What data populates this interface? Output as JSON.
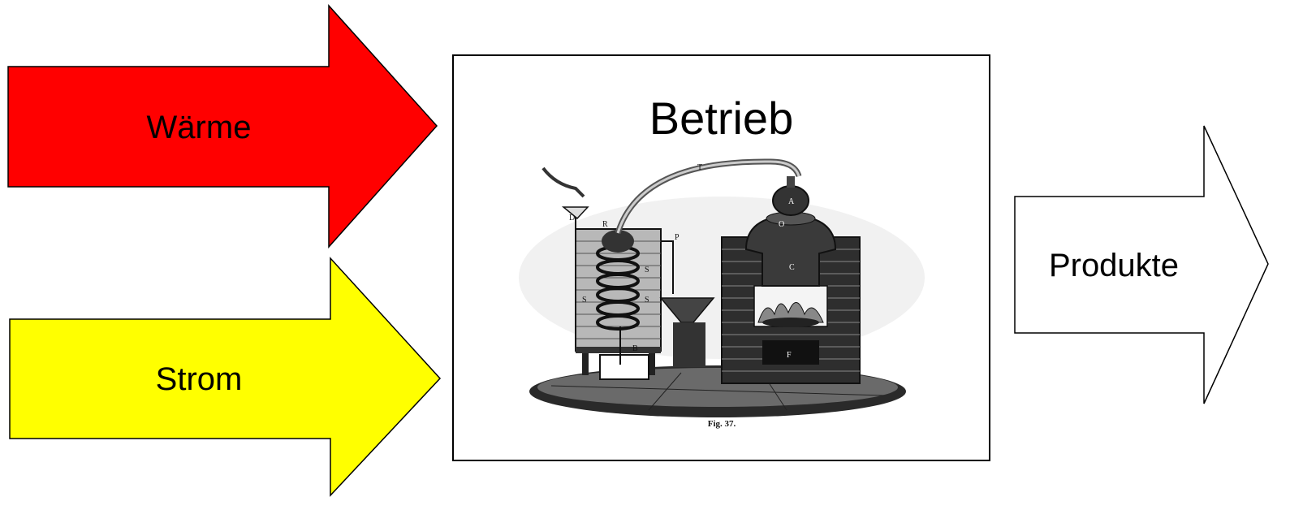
{
  "inputs": [
    {
      "label": "Wärme",
      "color": "#ff0000"
    },
    {
      "label": "Strom",
      "color": "#ffff00"
    }
  ],
  "process": {
    "title": "Betrieb",
    "illustration": {
      "caption": "Fig. 37.",
      "letters": [
        "T",
        "A",
        "O",
        "C",
        "D",
        "R",
        "P",
        "S",
        "S",
        "S",
        "B",
        "F"
      ]
    }
  },
  "output": {
    "label": "Produkte",
    "color": "#ffffff"
  }
}
